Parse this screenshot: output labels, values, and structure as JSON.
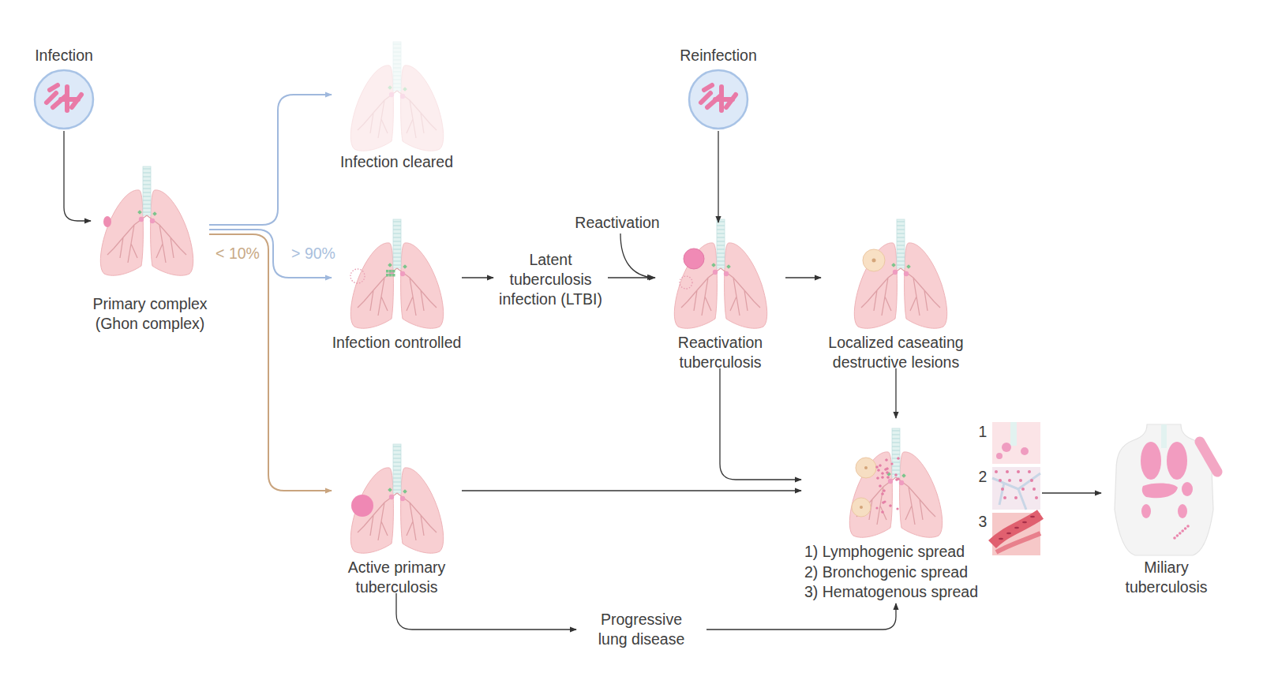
{
  "diagram": {
    "nodes": [
      {
        "text": [
          "Infection"
        ]
      },
      {
        "text": [
          "Primary complex (Ghon complex)"
        ]
      },
      {
        "text": [
          "Infection cleared"
        ]
      },
      {
        "text": [
          "Reinfection"
        ]
      },
      {
        "text": [
          "Infection controlled"
        ]
      },
      {
        "text": [
          "Latent tuberculosis infection (LTBI)"
        ]
      },
      {
        "text": [
          "Reactivation tuberculosis"
        ]
      },
      {
        "text": [
          "Localized caseating destructive lesions"
        ]
      },
      {
        "text": [
          "Active primary tuberculosis"
        ]
      },
      {
        "text": [
          "1) Lymphogenic spread",
          "2) Bronchogenic spread",
          "3) Hematogenous spread"
        ]
      },
      {
        "text": [
          "Progressive lung disease"
        ]
      },
      {
        "text": [
          "Miliary tuberculosis"
        ]
      }
    ],
    "edges": [
      {
        "from": 0,
        "to": 1,
        "arrow": "to"
      },
      {
        "from": 1,
        "to": 2,
        "arrow": "to"
      },
      {
        "from": 1,
        "to": 4,
        "label": "> 90%",
        "arrow": "to"
      },
      {
        "from": 1,
        "to": 8,
        "label": "< 10%",
        "arrow": "to"
      },
      {
        "from": 4,
        "to": 5,
        "arrow": "to"
      },
      {
        "from": 5,
        "to": 6,
        "arrow": "to"
      },
      {
        "from": 3,
        "to": 6,
        "arrow": "to"
      },
      {
        "from": 6,
        "to": 7,
        "arrow": "to"
      },
      {
        "from": 7,
        "to": 9,
        "arrow": "to"
      },
      {
        "from": 6,
        "to": 9,
        "arrow": "to"
      },
      {
        "from": 8,
        "to": 9,
        "arrow": "to"
      },
      {
        "from": 8,
        "to": 10,
        "arrow": "to"
      },
      {
        "from": 10,
        "to": 9,
        "arrow": "to"
      },
      {
        "from": 9,
        "to": 11,
        "arrow": "to"
      }
    ],
    "labels": [
      "Reactivation",
      "1",
      "2",
      "3"
    ]
  }
}
